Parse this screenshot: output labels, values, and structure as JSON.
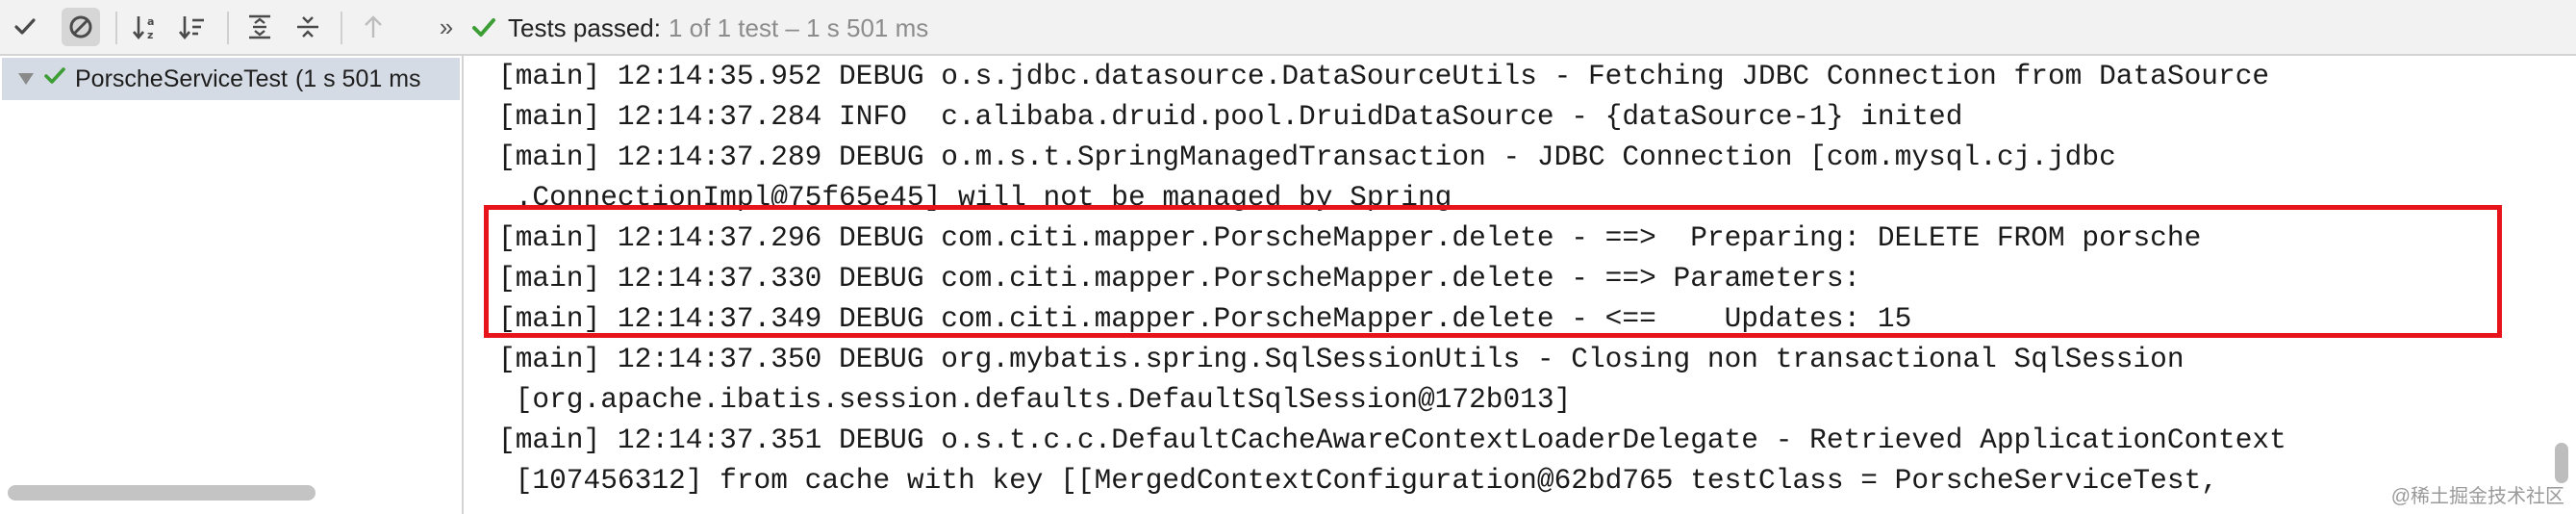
{
  "status": {
    "main": "Tests passed:",
    "sub": "1 of 1 test – 1 s 501 ms"
  },
  "toolbar": {
    "more": "»",
    "icons": [
      "check-icon",
      "cancel-icon",
      "sort-alpha-icon",
      "sort-duration-icon",
      "expand-all-icon",
      "collapse-all-icon",
      "up-arrow-icon"
    ]
  },
  "tree": {
    "name": "PorscheServiceTest",
    "time": "(1 s 501 ms"
  },
  "console": {
    "lines": [
      "[main] 12:14:35.952 DEBUG o.s.jdbc.datasource.DataSourceUtils - Fetching JDBC Connection from DataSource",
      "[main] 12:14:37.284 INFO  c.alibaba.druid.pool.DruidDataSource - {dataSource-1} inited",
      "[main] 12:14:37.289 DEBUG o.m.s.t.SpringManagedTransaction - JDBC Connection [com.mysql.cj.jdbc",
      " .ConnectionImpl@75f65e45] will not be managed by Spring",
      "[main] 12:14:37.296 DEBUG com.citi.mapper.PorscheMapper.delete - ==>  Preparing: DELETE FROM porsche",
      "[main] 12:14:37.330 DEBUG com.citi.mapper.PorscheMapper.delete - ==> Parameters: ",
      "[main] 12:14:37.349 DEBUG com.citi.mapper.PorscheMapper.delete - <==    Updates: 15",
      "[main] 12:14:37.350 DEBUG org.mybatis.spring.SqlSessionUtils - Closing non transactional SqlSession",
      " [org.apache.ibatis.session.defaults.DefaultSqlSession@172b013]",
      "[main] 12:14:37.351 DEBUG o.s.t.c.c.DefaultCacheAwareContextLoaderDelegate - Retrieved ApplicationContext",
      " [107456312] from cache with key [[MergedContextConfiguration@62bd765 testClass = PorscheServiceTest,"
    ]
  },
  "watermark": "@稀土掘金技术社区",
  "colors": {
    "pass_green": "#3d9e36",
    "highlight_red": "#e8141c",
    "selected_row": "#d5dbe4"
  }
}
